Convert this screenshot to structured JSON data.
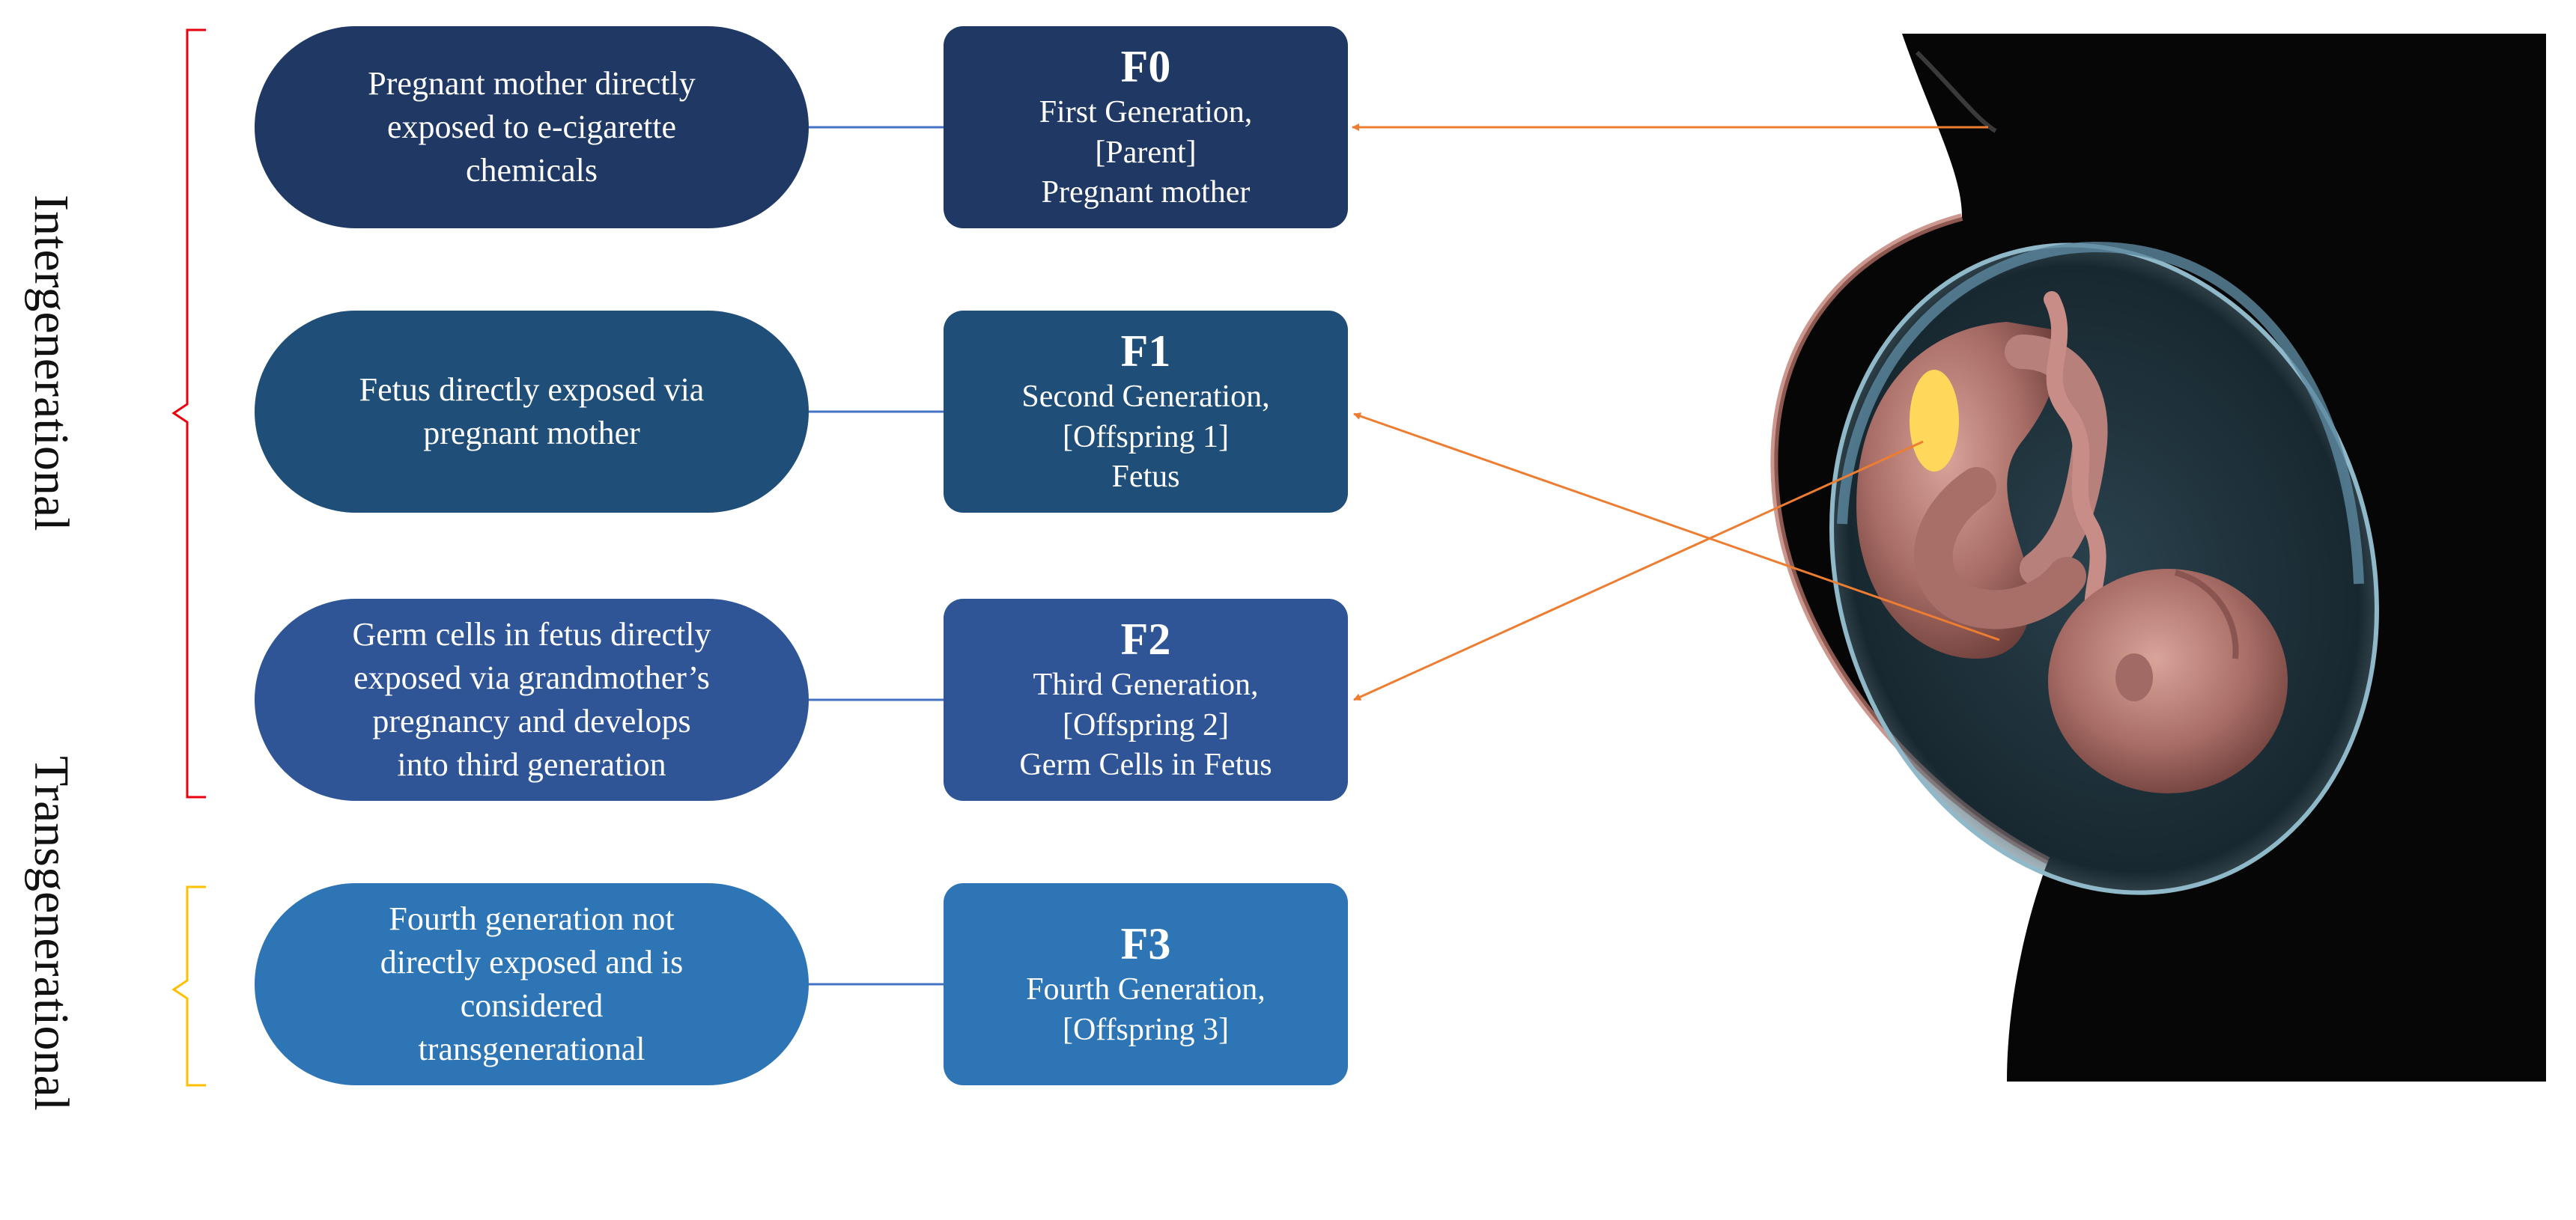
{
  "labels": {
    "intergenerational": "Intergenerational",
    "transgenerational": "Transgenerational"
  },
  "rows": [
    {
      "description": "Pregnant mother directly\nexposed to e-cigarette\nchemicals",
      "code": "F0",
      "generation": "First Generation,\n[Parent]\nPregnant mother",
      "color": "#1f3864"
    },
    {
      "description": "Fetus directly  exposed via\npregnant mother",
      "code": "F1",
      "generation": "Second Generation,\n[Offspring  1]\nFetus",
      "color": "#1f4e79"
    },
    {
      "description": "Germ cells in fetus directly\nexposed via grandmother’s\npregnancy  and develops\ninto third generation",
      "code": "F2",
      "generation": "Third Generation,\n[Offspring  2]\nGerm Cells in Fetus",
      "color": "#2f5597"
    },
    {
      "description": "Fourth generation  not\ndirectly  exposed and is\nconsidered\ntransgenerational",
      "code": "F3",
      "generation": "Fourth Generation,\n[Offspring  3]",
      "color": "#2e75b6"
    }
  ],
  "colors": {
    "bracket_intergenerational": "#e8000b",
    "bracket_transgenerational": "#ffc000",
    "connector": "#4472c4",
    "arrow": "#ed7d31",
    "germ_cell": "#ffd75a"
  }
}
